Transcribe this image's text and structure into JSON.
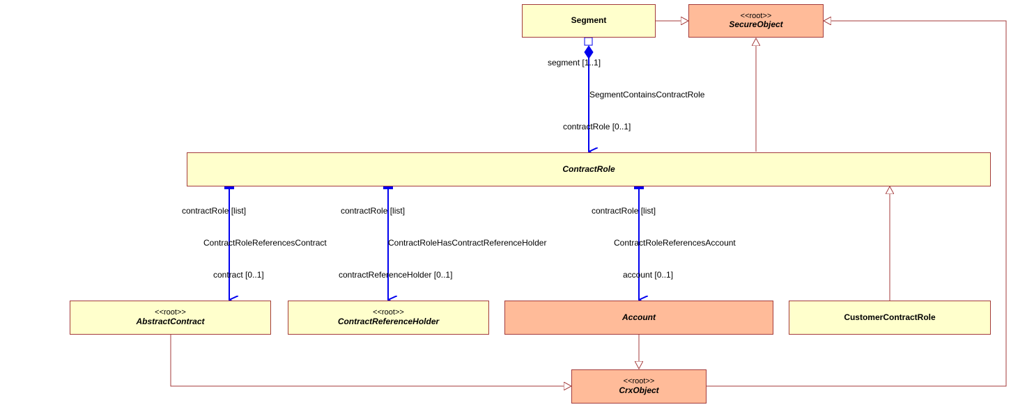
{
  "classes": {
    "segment": {
      "name": "Segment",
      "stereotype": ""
    },
    "secure_object": {
      "name": "SecureObject",
      "stereotype": "<<root>>"
    },
    "contract_role": {
      "name": "ContractRole",
      "stereotype": ""
    },
    "abstract_contract": {
      "name": "AbstractContract",
      "stereotype": "<<root>>"
    },
    "contract_reference_holder": {
      "name": "ContractReferenceHolder",
      "stereotype": "<<root>>"
    },
    "account": {
      "name": "Account",
      "stereotype": ""
    },
    "customer_contract_role": {
      "name": "CustomerContractRole",
      "stereotype": ""
    },
    "crx_object": {
      "name": "CrxObject",
      "stereotype": "<<root>>"
    }
  },
  "associations": {
    "segment_contains": {
      "source_role": "segment [1..1]",
      "name": "SegmentContainsContractRole",
      "target_role": "contractRole [0..1]"
    },
    "references_contract": {
      "source_role": "contractRole [list]",
      "name": "ContractRoleReferencesContract",
      "target_role": "contract [0..1]"
    },
    "has_reference_holder": {
      "source_role": "contractRole [list]",
      "name": "ContractRoleHasContractReferenceHolder",
      "target_role": "contractReferenceHolder [0..1]"
    },
    "references_account": {
      "source_role": "contractRole [list]",
      "name": "ContractRoleReferencesAccount",
      "target_role": "account [0..1]"
    }
  },
  "colors": {
    "generalization_line": "#a33a3a",
    "association_line": "#0000ee",
    "class_fill_plain": "#ffffcc",
    "class_fill_root": "#ffbb99"
  }
}
